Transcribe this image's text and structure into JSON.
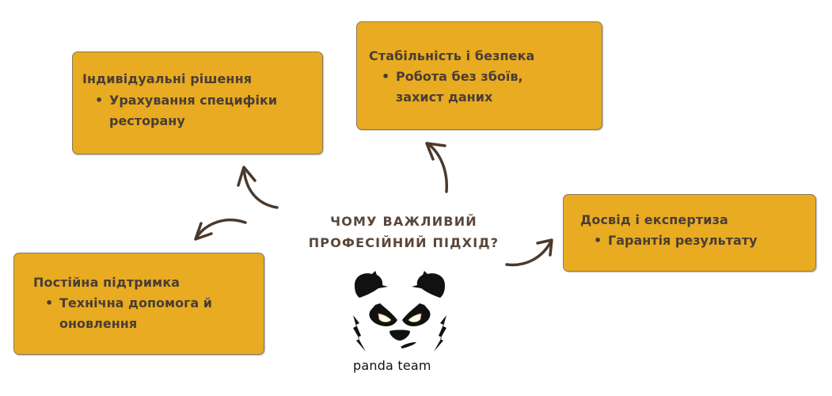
{
  "center": {
    "line1": "ЧОМУ ВАЖЛИВИЙ",
    "line2": "ПРОФЕСІЙНИЙ ПІДХІД?"
  },
  "boxes": [
    {
      "title": "Індивідуальні рішення",
      "bullet_line1": "Урахування специфіки",
      "bullet_line2": "ресторану"
    },
    {
      "title": "Стабільність і безпека",
      "bullet_line1": "Робота без збоїв,",
      "bullet_line2": "захист даних"
    },
    {
      "title": "Досвід і експертиза",
      "bullet_line1": "Гарантія результату",
      "bullet_line2": ""
    },
    {
      "title": "Постійна підтримка",
      "bullet_line1": "Технічна допомога й",
      "bullet_line2": "оновлення"
    }
  ],
  "bullet_glyph": "•",
  "logo": {
    "icon": "panda-icon",
    "text": "panda team"
  },
  "colors": {
    "box_fill": "#e8ab21",
    "text": "#4a3d33",
    "arrow": "#4a3a2e",
    "background": "#ffffff"
  }
}
